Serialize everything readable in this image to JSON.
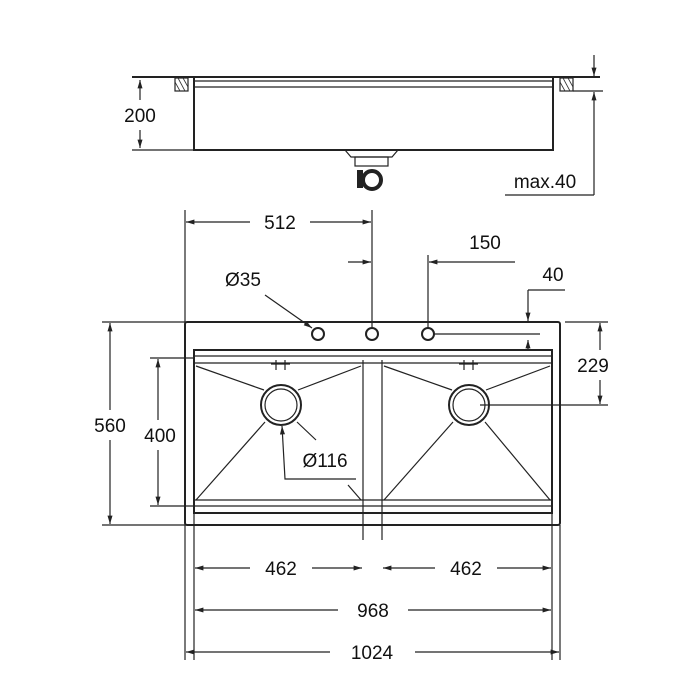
{
  "side_view": {
    "height_label": "200",
    "max_label": "max.40"
  },
  "plan_view": {
    "dim_512": "512",
    "dim_150": "150",
    "dim_40": "40",
    "hole_diameter": "Ø35",
    "dim_229": "229",
    "dim_560": "560",
    "dim_400": "400",
    "drain_diameter": "Ø116",
    "bowl_left_width": "462",
    "bowl_right_width": "462",
    "inner_width": "968",
    "overall_width": "1024"
  },
  "colors": {
    "line": "#222222",
    "background": "#ffffff"
  }
}
